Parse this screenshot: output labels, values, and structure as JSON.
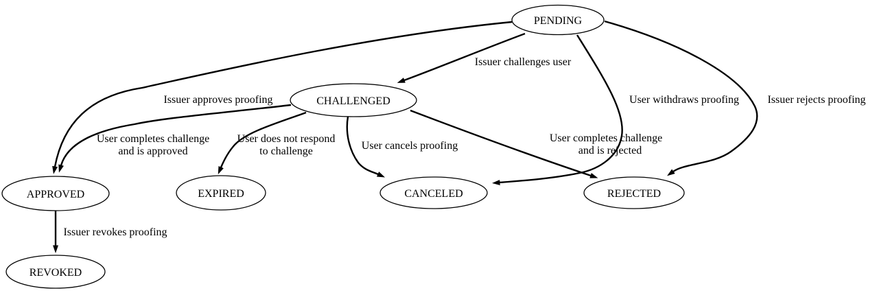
{
  "diagram": {
    "type": "state-machine-graph",
    "colors": {
      "background": "#ffffff",
      "node_fill": "#ffffff",
      "stroke": "#000000"
    },
    "nodes": [
      {
        "id": "pending",
        "label": "PENDING"
      },
      {
        "id": "challenged",
        "label": "CHALLENGED"
      },
      {
        "id": "approved",
        "label": "APPROVED"
      },
      {
        "id": "expired",
        "label": "EXPIRED"
      },
      {
        "id": "canceled",
        "label": "CANCELED"
      },
      {
        "id": "rejected",
        "label": "REJECTED"
      },
      {
        "id": "revoked",
        "label": "REVOKED"
      }
    ],
    "edges": [
      {
        "id": "pending-challenged",
        "from": "PENDING",
        "to": "CHALLENGED",
        "label": "Issuer challenges user"
      },
      {
        "id": "pending-approved",
        "from": "PENDING",
        "to": "APPROVED",
        "label": "Issuer approves proofing"
      },
      {
        "id": "pending-canceled",
        "from": "PENDING",
        "to": "CANCELED",
        "label": "User withdraws proofing"
      },
      {
        "id": "pending-rejected",
        "from": "PENDING",
        "to": "REJECTED",
        "label": "Issuer rejects proofing"
      },
      {
        "id": "challenged-approved",
        "from": "CHALLENGED",
        "to": "APPROVED",
        "label_line1": "User completes challenge",
        "label_line2": "and is approved"
      },
      {
        "id": "challenged-expired",
        "from": "CHALLENGED",
        "to": "EXPIRED",
        "label_line1": "User does not respond",
        "label_line2": "to challenge"
      },
      {
        "id": "challenged-canceled",
        "from": "CHALLENGED",
        "to": "CANCELED",
        "label": "User cancels proofing"
      },
      {
        "id": "challenged-rejected",
        "from": "CHALLENGED",
        "to": "REJECTED",
        "label_line1": "User completes challenge",
        "label_line2": "and is rejected"
      },
      {
        "id": "approved-revoked",
        "from": "APPROVED",
        "to": "REVOKED",
        "label": "Issuer revokes proofing"
      }
    ]
  }
}
